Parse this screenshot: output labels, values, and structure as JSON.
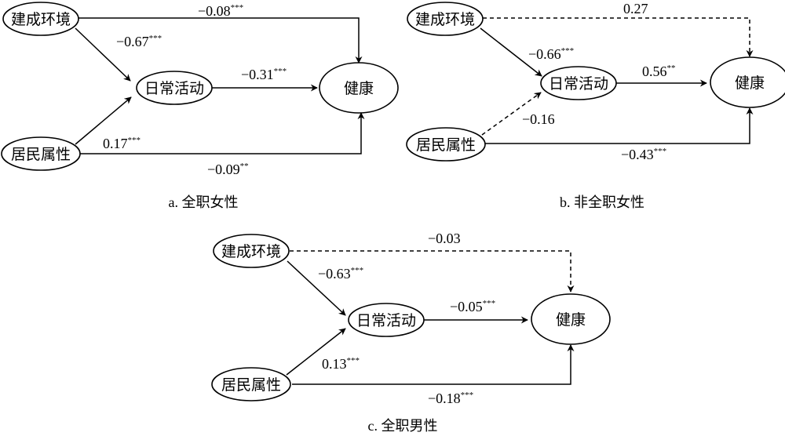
{
  "nodes": {
    "built": "建成环境",
    "activity": "日常活动",
    "health": "健康",
    "resident": "居民属性"
  },
  "panels": [
    {
      "caption": "a. 全职女性",
      "edges": {
        "built_health": {
          "coef": "−0.08",
          "sig": "***",
          "style": "solid"
        },
        "built_activity": {
          "coef": "−0.67",
          "sig": "***",
          "style": "solid"
        },
        "activity_health": {
          "coef": "−0.31",
          "sig": "***",
          "style": "solid"
        },
        "resident_activity": {
          "coef": "0.17",
          "sig": "***",
          "style": "solid"
        },
        "resident_health": {
          "coef": "−0.09",
          "sig": "**",
          "style": "solid"
        }
      }
    },
    {
      "caption": "b. 非全职女性",
      "edges": {
        "built_health": {
          "coef": "0.27",
          "sig": "",
          "style": "dashed"
        },
        "built_activity": {
          "coef": "−0.66",
          "sig": "***",
          "style": "solid"
        },
        "activity_health": {
          "coef": "0.56",
          "sig": "**",
          "style": "solid"
        },
        "resident_activity": {
          "coef": "−0.16",
          "sig": "",
          "style": "dashed"
        },
        "resident_health": {
          "coef": "−0.43",
          "sig": "***",
          "style": "solid"
        }
      }
    },
    {
      "caption": "c. 全职男性",
      "edges": {
        "built_health": {
          "coef": "−0.03",
          "sig": "",
          "style": "dashed"
        },
        "built_activity": {
          "coef": "−0.63",
          "sig": "***",
          "style": "solid"
        },
        "activity_health": {
          "coef": "−0.05",
          "sig": "***",
          "style": "solid"
        },
        "resident_activity": {
          "coef": "0.13",
          "sig": "***",
          "style": "solid"
        },
        "resident_health": {
          "coef": "−0.18",
          "sig": "***",
          "style": "solid"
        }
      }
    }
  ]
}
